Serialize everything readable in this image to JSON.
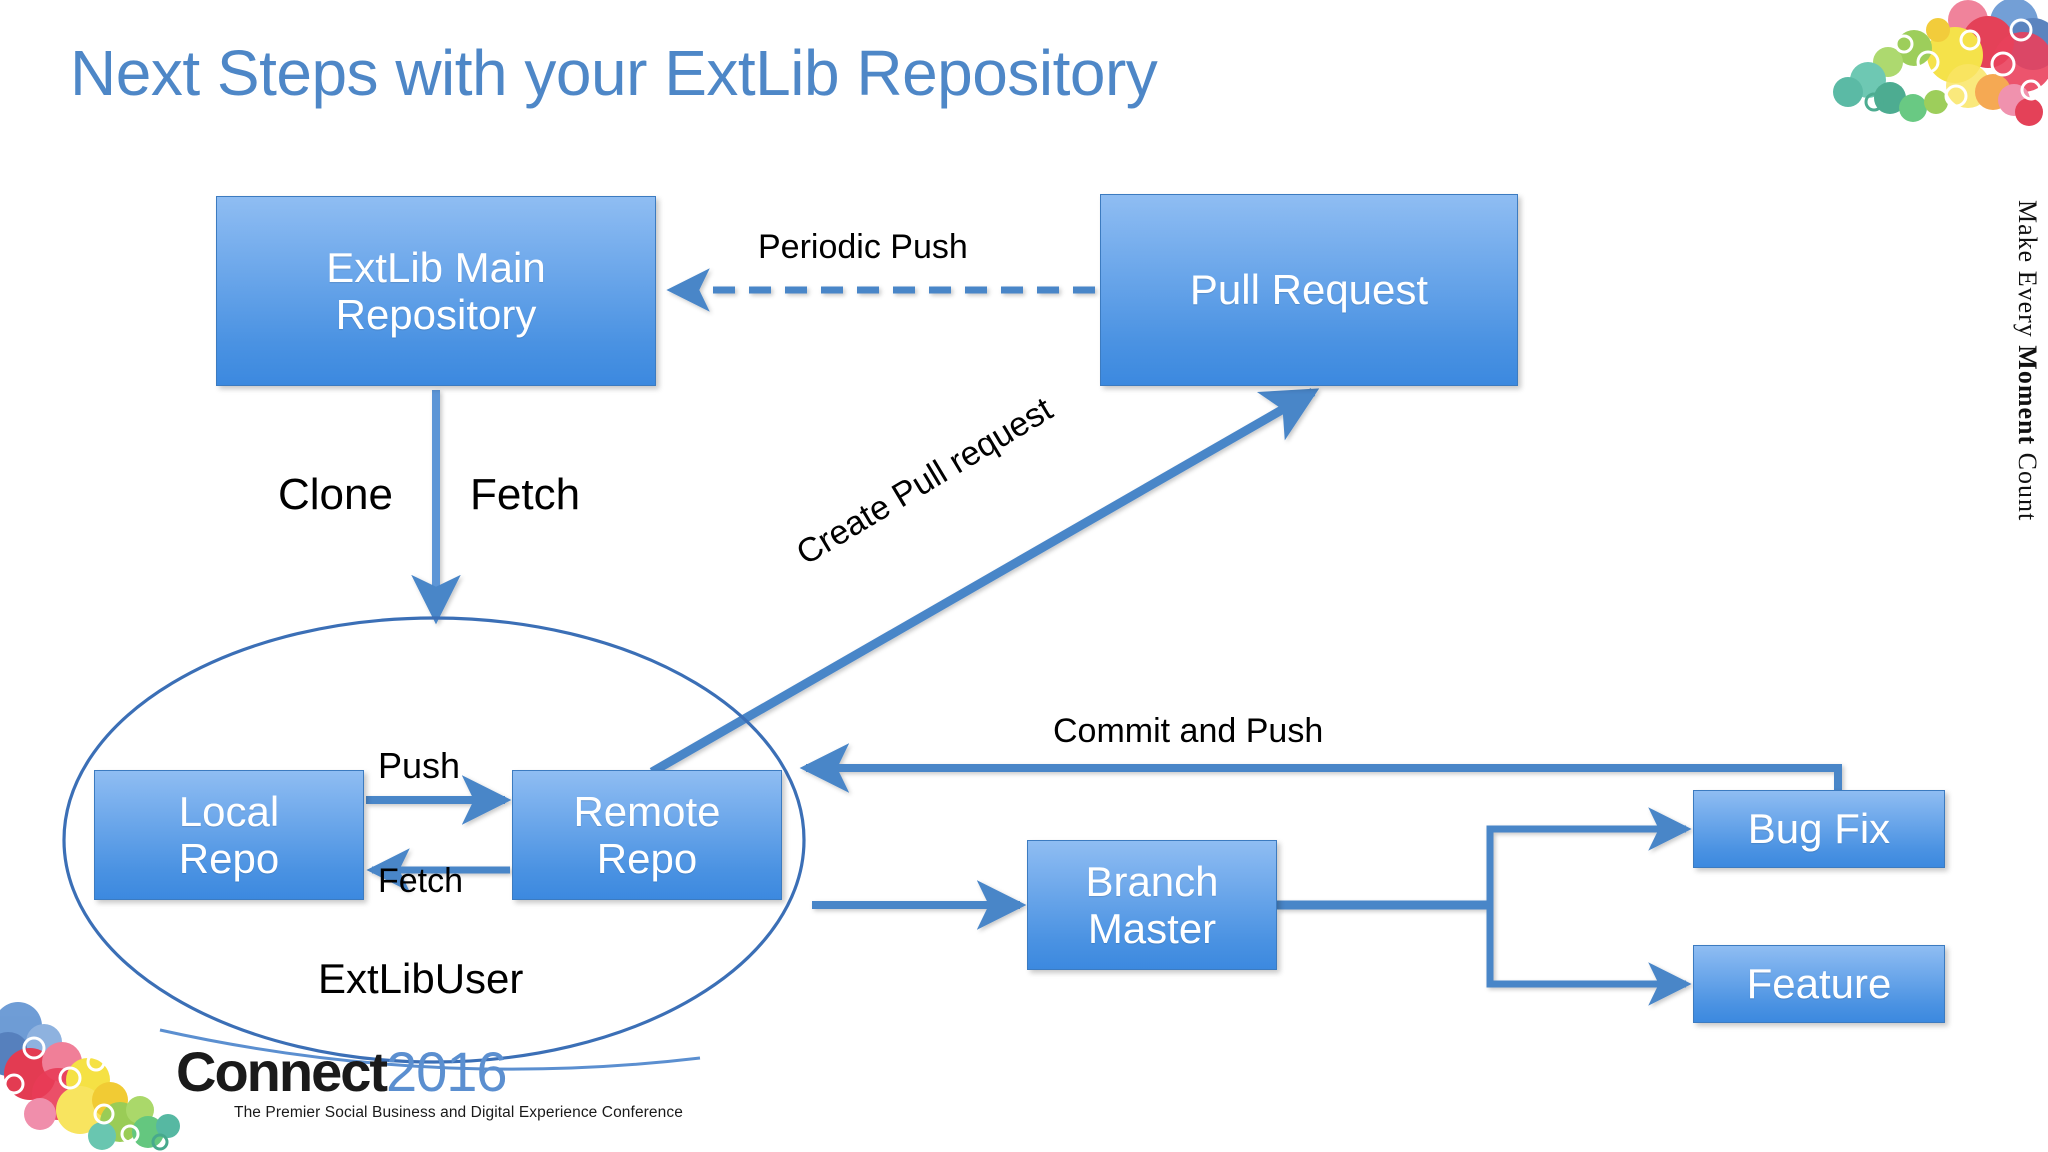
{
  "slide": {
    "title": "Next Steps with your ExtLib Repository",
    "background_color": "#ffffff",
    "title_color": "#4E87C7"
  },
  "branding": {
    "vertical_tagline_prefix": "Make Every ",
    "vertical_tagline_bold": "Moment",
    "vertical_tagline_suffix": " Count",
    "logo_word": "Connect",
    "logo_year": "2016",
    "logo_subtitle": "The Premier Social Business and Digital Experience Conference",
    "logo_word_color": "#1A1A1A",
    "logo_year_color": "#5B8FD0"
  },
  "diagram": {
    "type": "flowchart",
    "node_fill_top": "#8FBDF2",
    "node_fill_bottom": "#3C89DF",
    "node_border": "#3C7BC0",
    "connector_color": "#4A86C8",
    "ellipse_border": "#3B6FB6",
    "nodes": [
      {
        "id": "extlib-main",
        "label": "ExtLib Main\nRepository",
        "line1": "ExtLib Main",
        "line2": "Repository"
      },
      {
        "id": "pull-request",
        "label": "Pull Request",
        "line1": "Pull Request",
        "line2": ""
      },
      {
        "id": "local-repo",
        "label": "Local Repo",
        "line1": "Local",
        "line2": "Repo"
      },
      {
        "id": "remote-repo",
        "label": "Remote Repo",
        "line1": "Remote",
        "line2": "Repo"
      },
      {
        "id": "branch-master",
        "label": "Branch Master",
        "line1": "Branch",
        "line2": "Master"
      },
      {
        "id": "bug-fix",
        "label": "Bug Fix",
        "line1": "Bug Fix",
        "line2": ""
      },
      {
        "id": "feature",
        "label": "Feature",
        "line1": "Feature",
        "line2": ""
      }
    ],
    "group_label": "ExtLibUser",
    "edges": [
      {
        "id": "periodic-push",
        "label": "Periodic Push",
        "from": "pull-request",
        "to": "extlib-main",
        "style": "dashed"
      },
      {
        "id": "clone",
        "label": "Clone",
        "from": "extlib-main",
        "to": "extlibuser",
        "style": "solid"
      },
      {
        "id": "fetch-top",
        "label": "Fetch",
        "from": "extlib-main",
        "to": "extlibuser",
        "style": "solid"
      },
      {
        "id": "push",
        "label": "Push",
        "from": "local-repo",
        "to": "remote-repo",
        "style": "solid"
      },
      {
        "id": "fetch-bottom",
        "label": "Fetch",
        "from": "remote-repo",
        "to": "local-repo",
        "style": "solid"
      },
      {
        "id": "create-pr",
        "label": "Create Pull request",
        "from": "remote-repo",
        "to": "pull-request",
        "style": "solid"
      },
      {
        "id": "commit-push",
        "label": "Commit and Push",
        "from": "bug-fix",
        "to": "remote-repo",
        "style": "solid"
      },
      {
        "id": "branch-link",
        "label": "",
        "from": "remote-repo",
        "to": "branch-master",
        "style": "solid"
      },
      {
        "id": "fork-bug-fix",
        "label": "",
        "from": "branch-master",
        "to": "bug-fix",
        "style": "solid"
      },
      {
        "id": "fork-feature",
        "label": "",
        "from": "branch-master",
        "to": "feature",
        "style": "solid"
      }
    ]
  }
}
